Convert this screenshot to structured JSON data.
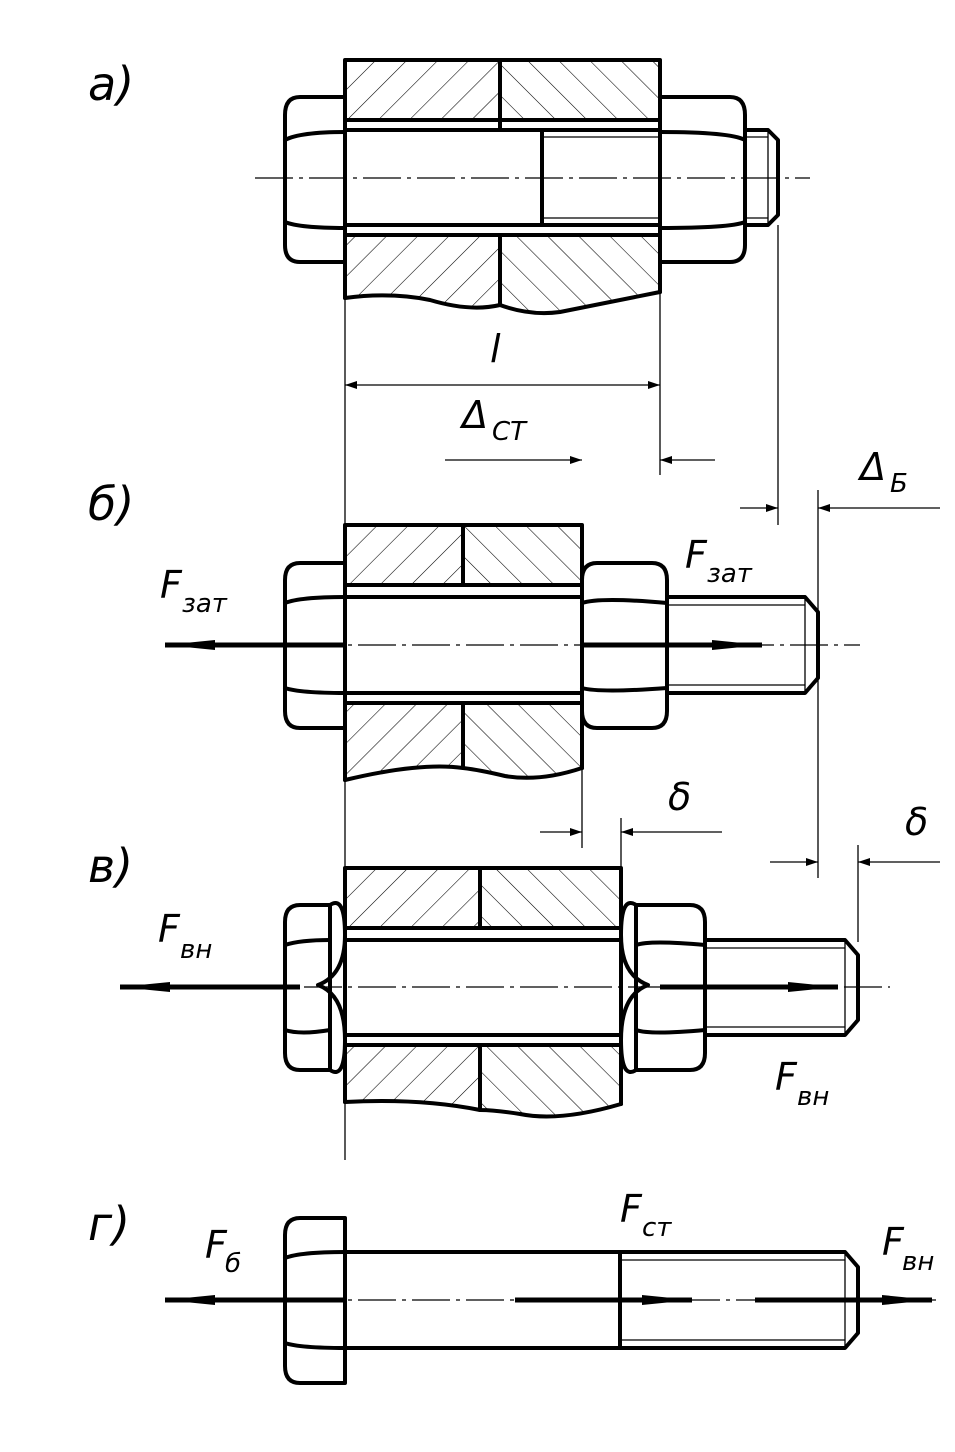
{
  "views": {
    "a": {
      "letter": "а)"
    },
    "b": {
      "letter": "б)",
      "force_left": "F",
      "force_left_sub": "зат",
      "force_right": "F",
      "force_right_sub": "зат"
    },
    "v": {
      "letter": "в)",
      "force_left": "F",
      "force_left_sub": "вн",
      "force_right": "F",
      "force_right_sub": "вн"
    },
    "g": {
      "letter": "г)",
      "force_left": "F",
      "force_left_sub": "б",
      "force_mid": "F",
      "force_mid_sub": "ст",
      "force_right": "F",
      "force_right_sub": "вн"
    }
  },
  "dimensions": {
    "length": "l",
    "delta_joint": "Δ",
    "delta_joint_sub": "CT",
    "delta_bolt": "Δ",
    "delta_bolt_sub": "Б",
    "gap_left": "δ",
    "gap_right": "δ"
  }
}
